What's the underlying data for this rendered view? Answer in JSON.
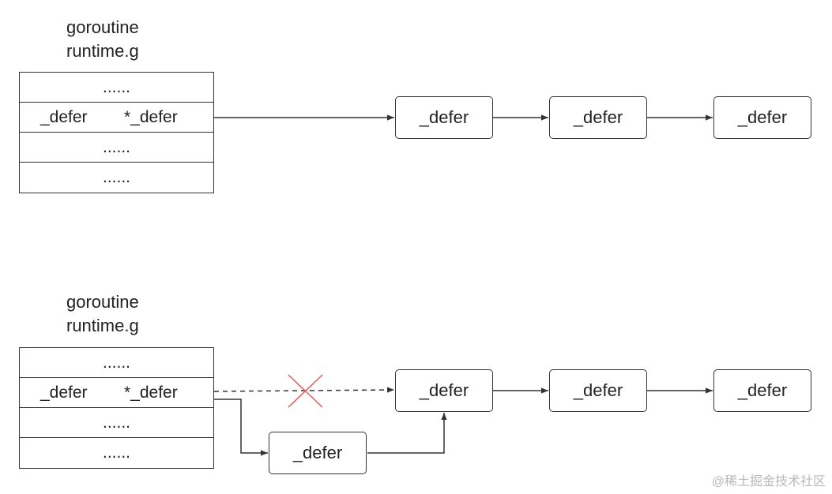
{
  "diagrams": [
    {
      "caption_line1": "goroutine",
      "caption_line2": "runtime.g",
      "rows": [
        "......",
        "_defer",
        "......",
        "......"
      ],
      "field_type": "*_defer",
      "chain": [
        "_defer",
        "_defer",
        "_defer"
      ]
    },
    {
      "caption_line1": "goroutine",
      "caption_line2": "runtime.g",
      "rows": [
        "......",
        "_defer",
        "......",
        "......"
      ],
      "field_type": "*_defer",
      "chain": [
        "_defer",
        "_defer",
        "_defer"
      ],
      "new_node": "_defer"
    }
  ],
  "colors": {
    "line": "#333333",
    "cross": "#e05a5a",
    "watermark": "#b8b8b8"
  },
  "watermark": "@稀土掘金技术社区"
}
